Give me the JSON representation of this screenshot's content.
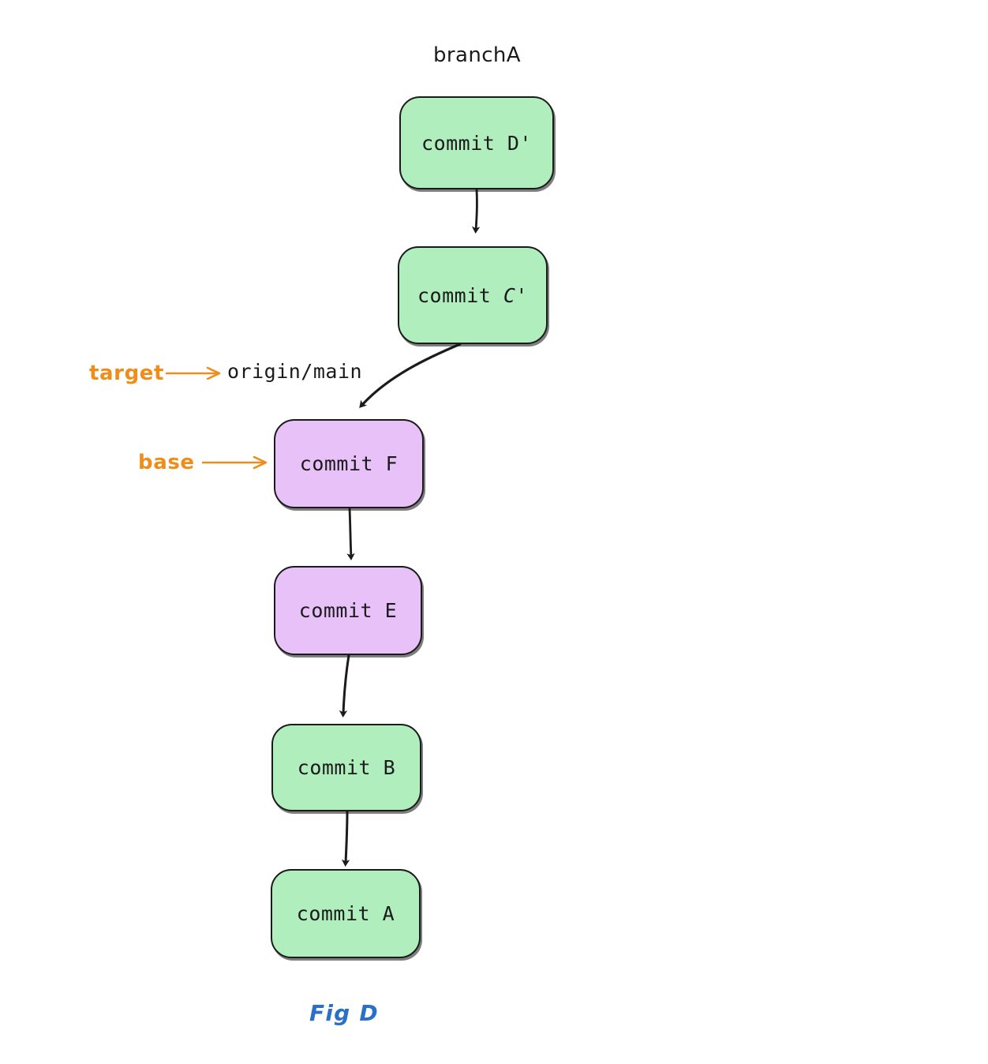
{
  "figure": {
    "caption": "Fig D",
    "caption_color": "#2a6fc9",
    "background": "#ffffff"
  },
  "palette": {
    "green_fill": "#b0efbd",
    "purple_fill": "#e9c1f9",
    "stroke": "#1b1b1b",
    "annotation_orange": "#ef8d1a",
    "caption_blue": "#2a6fc9"
  },
  "branch_labels": {
    "branchA": "branchA",
    "origin_main": "origin/main"
  },
  "annotations": [
    {
      "key": "target",
      "label": "target",
      "points_to": "origin/main"
    },
    {
      "key": "base",
      "label": "base",
      "points_to": "commit F"
    }
  ],
  "nodes": [
    {
      "id": "d_prime",
      "label": "commit D'",
      "color": "green"
    },
    {
      "id": "c_prime",
      "label_pre": "commit ",
      "label_italic": "C",
      "label_post": "'",
      "label": "commit C'",
      "color": "green"
    },
    {
      "id": "f",
      "label": "commit F",
      "color": "purple"
    },
    {
      "id": "e",
      "label": "commit E",
      "color": "purple"
    },
    {
      "id": "b",
      "label": "commit B",
      "color": "green"
    },
    {
      "id": "a",
      "label": "commit A",
      "color": "green"
    }
  ],
  "edges": [
    {
      "from": "commit D'",
      "to": "commit C'",
      "style": "straight"
    },
    {
      "from": "commit C'",
      "to": "commit F",
      "style": "curved"
    },
    {
      "from": "commit F",
      "to": "commit E",
      "style": "straight"
    },
    {
      "from": "commit E",
      "to": "commit B",
      "style": "straight"
    },
    {
      "from": "commit B",
      "to": "commit A",
      "style": "straight"
    }
  ]
}
